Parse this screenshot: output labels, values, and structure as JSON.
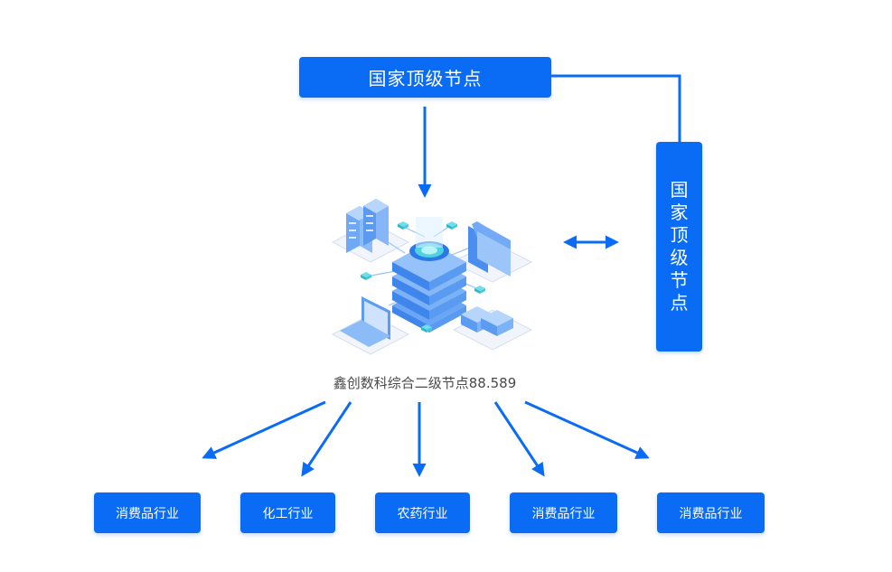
{
  "top_node": {
    "label": "国家顶级节点"
  },
  "side_node": {
    "label": "国家顶级节点",
    "chars": [
      "国",
      "家",
      "顶",
      "级",
      "节",
      "点"
    ]
  },
  "center": {
    "label": "鑫创数科综合二级节点88.589"
  },
  "industries": [
    {
      "label": "消费品行业"
    },
    {
      "label": "化工行业"
    },
    {
      "label": "农药行业"
    },
    {
      "label": "消费品行业"
    },
    {
      "label": "消费品行业"
    }
  ],
  "colors": {
    "primary": "#0a6cf5",
    "illustration_light": "#bcd9ff",
    "accent_cyan": "#4fd2e0"
  },
  "icons": [
    "server-rack-icon",
    "database-stack-icon",
    "folder-icon",
    "laptop-icon",
    "document-stack-icon"
  ]
}
